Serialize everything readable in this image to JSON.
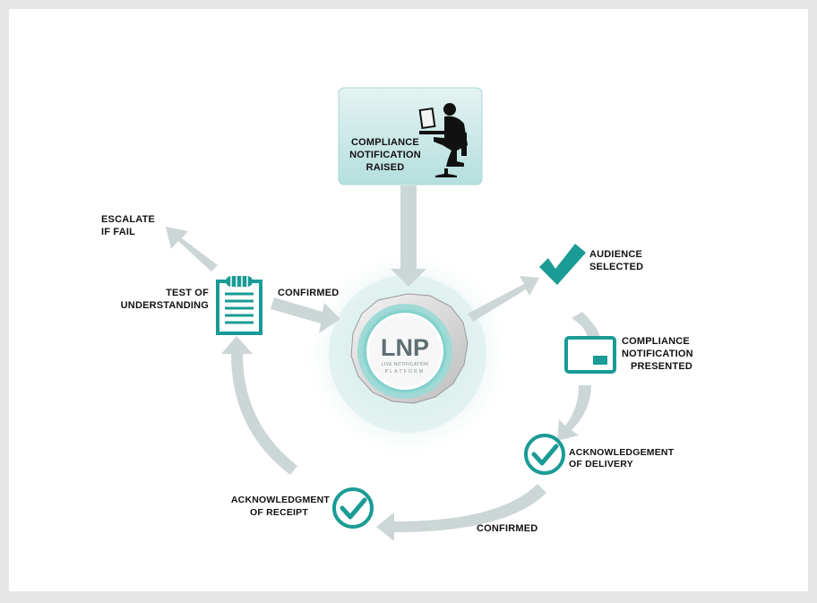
{
  "colors": {
    "teal": "#1a9b95",
    "teal_light": "#cfe9e8",
    "arrow_grey": "#cdd6d7",
    "background": "#e6e6e6"
  },
  "top_box": {
    "line1": "COMPLIANCE",
    "line2": "NOTIFICATION",
    "line3": "RAISED",
    "icon": "person-at-laptop-icon"
  },
  "center_logo": {
    "title": "LNP",
    "subtitle_line1": "LIVE NOTIFICATION",
    "subtitle_line2": "PLATFORM"
  },
  "escalate": {
    "line1": "ESCALATE",
    "line2": "IF FAIL"
  },
  "test_of_understanding": {
    "line1": "TEST OF",
    "line2": "UNDERSTANDING",
    "icon": "clipboard-icon"
  },
  "confirmed_left": "CONFIRMED",
  "audience_selected": {
    "line1": "AUDIENCE",
    "line2": "SELECTED",
    "icon": "checkmark-icon"
  },
  "compliance_presented": {
    "line1": "COMPLIANCE",
    "line2": "NOTIFICATION",
    "line3": "PRESENTED",
    "icon": "screen-icon"
  },
  "acknowledgement_delivery": {
    "line1": "ACKNOWLEDGEMENT",
    "line2": "OF DELIVERY",
    "icon": "check-circle-icon"
  },
  "confirmed_bottom": "CONFIRMED",
  "acknowledgment_receipt": {
    "line1": "ACKNOWLEDGMENT",
    "line2": "OF RECEIPT",
    "icon": "check-circle-icon"
  }
}
